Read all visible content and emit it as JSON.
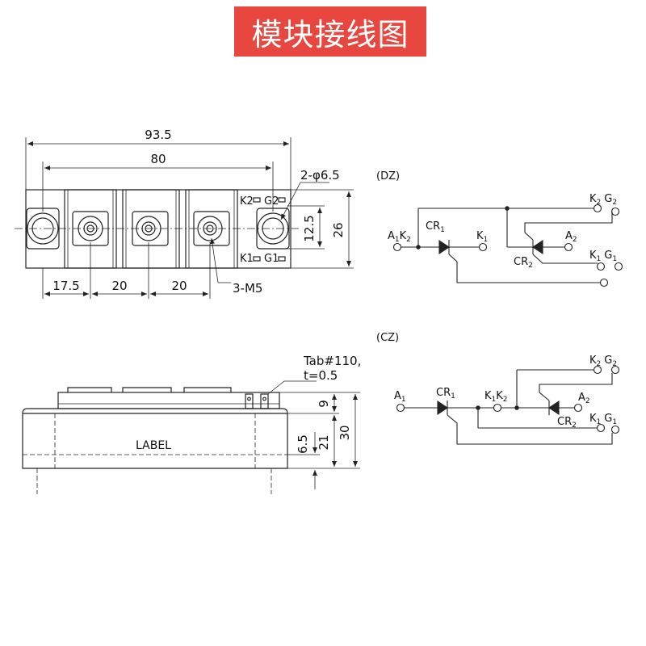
{
  "title": "模块接线图",
  "colors": {
    "banner": "#e8473f",
    "line": "#222222"
  },
  "top_view": {
    "dims": {
      "overall": "93.5",
      "pitch": "80",
      "holes": "2-φ6.5",
      "offset1": "17.5",
      "spacing1": "20",
      "spacing2": "20",
      "screws": "3-M5",
      "hole_height": "12.5",
      "height": "26"
    },
    "pins": {
      "top_left": "K2",
      "top_right": "G2",
      "bot_left": "K1",
      "bot_right": "G1"
    }
  },
  "side_view": {
    "tab_note_1": "Tab#110,",
    "tab_note_2": "t=0.5",
    "label": "LABEL",
    "dims": {
      "tab": "9",
      "total": "30",
      "body": "21",
      "base": "6.5"
    }
  },
  "dz": {
    "title": "(DZ)",
    "terminals": {
      "a1k2_main": "A",
      "a1k2_sub1": "1",
      "a1k2_main2": "K",
      "a1k2_sub2": "2",
      "cr1_main": "CR",
      "cr1_sub": "1",
      "k1_main": "K",
      "k1_sub": "1",
      "a2_main": "A",
      "a2_sub": "2",
      "cr2_main": "CR",
      "cr2_sub": "2",
      "k2g2_k": "K",
      "k2g2_ksub": "2",
      "k2g2_g": "G",
      "k2g2_gsub": "2",
      "k1g1_k": "K",
      "k1g1_ksub": "1",
      "k1g1_g": "G",
      "k1g1_gsub": "1"
    }
  },
  "cz": {
    "title": "(CZ)",
    "terminals": {
      "a1_main": "A",
      "a1_sub": "1",
      "cr1_main": "CR",
      "cr1_sub": "1",
      "k1k2_main": "K",
      "k1k2_sub1": "1",
      "k1k2_main2": "K",
      "k1k2_sub2": "2",
      "a2_main": "A",
      "a2_sub": "2",
      "cr2_main": "CR",
      "cr2_sub": "2",
      "k2g2_k": "K",
      "k2g2_ksub": "2",
      "k2g2_g": "G",
      "k2g2_gsub": "2",
      "k1g1_k": "K",
      "k1g1_ksub": "1",
      "k1g1_g": "G",
      "k1g1_gsub": "1"
    }
  }
}
